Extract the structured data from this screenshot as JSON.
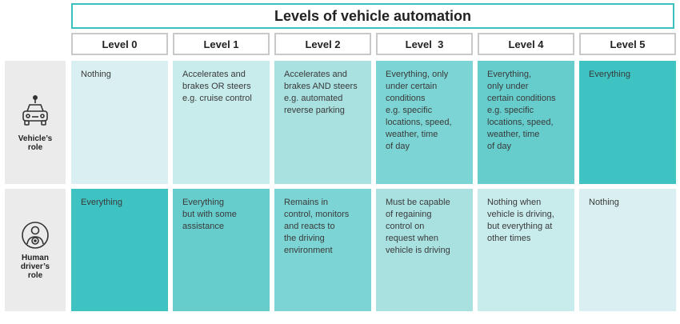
{
  "title": "Levels of vehicle automation",
  "levels": [
    "Level 0",
    "Level 1",
    "Level 2",
    "Level  3",
    "Level 4",
    "Level 5"
  ],
  "rows": [
    {
      "label": "Vehicle’s\nrole",
      "icon": "car-icon",
      "cells": [
        "Nothing",
        "Accelerates and\nbrakes OR steers\ne.g. cruise control",
        "Accelerates and\nbrakes AND steers\ne.g. automated\nreverse parking",
        "Everything, only\nunder certain\nconditions\ne.g. specific\nlocations, speed,\nweather, time\nof day",
        "Everything,\nonly under\ncertain conditions\ne.g. specific\nlocations, speed,\nweather, time\nof day",
        "Everything"
      ],
      "colors": [
        "#d9eff2",
        "#c8ebeb",
        "#a9e0e0",
        "#7dd4d4",
        "#66cccc",
        "#3ec2c2"
      ]
    },
    {
      "label": "Human\ndriver’s\nrole",
      "icon": "driver-icon",
      "cells": [
        "Everything",
        "Everything\nbut with some\nassistance",
        "Remains in\ncontrol, monitors\nand reacts to\nthe driving\nenvironment",
        "Must be capable\nof regaining\ncontrol on\nrequest when\nvehicle is driving",
        "Nothing when\nvehicle is driving,\nbut everything at\nother times",
        "Nothing"
      ],
      "colors": [
        "#3ec2c2",
        "#66cccc",
        "#7dd4d4",
        "#a9e0e0",
        "#c8ebeb",
        "#d9eff2"
      ]
    }
  ]
}
